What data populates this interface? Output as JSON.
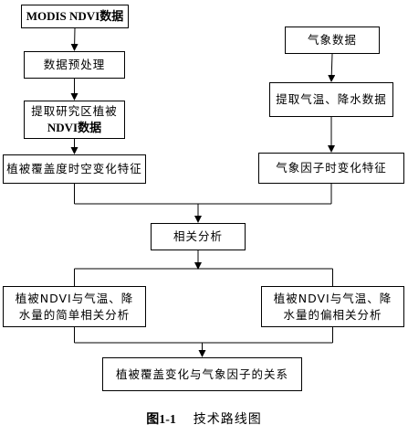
{
  "diagram": {
    "nodes": [
      {
        "id": "modis",
        "lines": [
          {
            "text": "MODIS NDVI数据",
            "bold": true
          }
        ]
      },
      {
        "id": "preprocess",
        "lines": [
          {
            "text": "数据预处理"
          }
        ]
      },
      {
        "id": "extract-ndvi",
        "lines": [
          {
            "text": "提取研究区植被"
          },
          {
            "text": "NDVI数据",
            "bold": true
          }
        ]
      },
      {
        "id": "veg-change",
        "lines": [
          {
            "text": "植被覆盖度时空变化特征"
          }
        ]
      },
      {
        "id": "climate-data",
        "lines": [
          {
            "text": "气象数据"
          }
        ]
      },
      {
        "id": "extract-climate",
        "lines": [
          {
            "text": "提取气温、降水数据"
          }
        ]
      },
      {
        "id": "climate-change",
        "lines": [
          {
            "text": "气象因子时变化特征"
          }
        ]
      },
      {
        "id": "correlation",
        "lines": [
          {
            "text": "相关分析"
          }
        ]
      },
      {
        "id": "simple-corr",
        "lines": [
          {
            "text": "植被NDVI与气温、降"
          },
          {
            "text": "水量的简单相关分析"
          }
        ]
      },
      {
        "id": "partial-corr",
        "lines": [
          {
            "text": "植被NDVI与气温、降"
          },
          {
            "text": "水量的偏相关分析"
          }
        ]
      },
      {
        "id": "relation",
        "lines": [
          {
            "text": "植被覆盖变化与气象因子的关系"
          }
        ]
      }
    ],
    "edges": [
      {
        "from": "modis",
        "to": "preprocess"
      },
      {
        "from": "preprocess",
        "to": "extract-ndvi"
      },
      {
        "from": "extract-ndvi",
        "to": "veg-change"
      },
      {
        "from": "climate-data",
        "to": "extract-climate"
      },
      {
        "from": "extract-climate",
        "to": "climate-change"
      },
      {
        "from": [
          "veg-change",
          "climate-change"
        ],
        "to": "correlation",
        "kind": "merge"
      },
      {
        "from": "correlation",
        "to": [
          "simple-corr",
          "partial-corr"
        ],
        "kind": "split"
      },
      {
        "from": [
          "simple-corr",
          "partial-corr"
        ],
        "to": "relation",
        "kind": "merge"
      }
    ]
  },
  "caption": {
    "label": "图1-1",
    "title": "技术路线图"
  }
}
